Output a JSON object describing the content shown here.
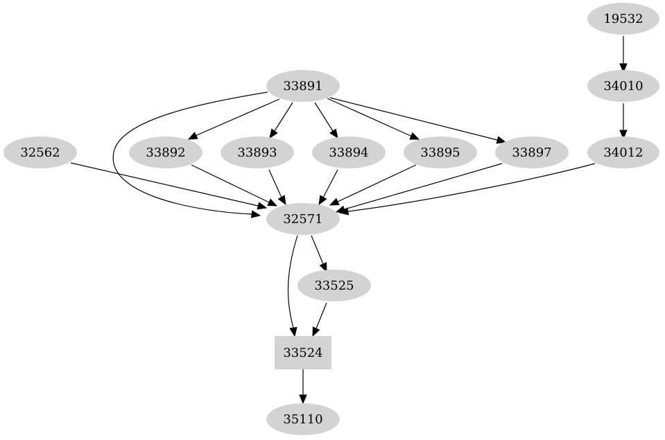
{
  "diagram": {
    "nodes": [
      {
        "id": "19532",
        "label": "19532",
        "shape": "ellipse"
      },
      {
        "id": "34010",
        "label": "34010",
        "shape": "ellipse"
      },
      {
        "id": "33891",
        "label": "33891",
        "shape": "ellipse"
      },
      {
        "id": "32562",
        "label": "32562",
        "shape": "ellipse"
      },
      {
        "id": "33892",
        "label": "33892",
        "shape": "ellipse"
      },
      {
        "id": "33893",
        "label": "33893",
        "shape": "ellipse"
      },
      {
        "id": "33894",
        "label": "33894",
        "shape": "ellipse"
      },
      {
        "id": "33895",
        "label": "33895",
        "shape": "ellipse"
      },
      {
        "id": "33897",
        "label": "33897",
        "shape": "ellipse"
      },
      {
        "id": "34012",
        "label": "34012",
        "shape": "ellipse"
      },
      {
        "id": "32571",
        "label": "32571",
        "shape": "ellipse"
      },
      {
        "id": "33525",
        "label": "33525",
        "shape": "ellipse"
      },
      {
        "id": "33524",
        "label": "33524",
        "shape": "box"
      },
      {
        "id": "35110",
        "label": "35110",
        "shape": "ellipse"
      }
    ],
    "edges": [
      {
        "from": "19532",
        "to": "34010"
      },
      {
        "from": "34010",
        "to": "34012"
      },
      {
        "from": "33891",
        "to": "33892"
      },
      {
        "from": "33891",
        "to": "33893"
      },
      {
        "from": "33891",
        "to": "33894"
      },
      {
        "from": "33891",
        "to": "33895"
      },
      {
        "from": "33891",
        "to": "33897"
      },
      {
        "from": "33891",
        "to": "32571"
      },
      {
        "from": "32562",
        "to": "32571"
      },
      {
        "from": "33892",
        "to": "32571"
      },
      {
        "from": "33893",
        "to": "32571"
      },
      {
        "from": "33894",
        "to": "32571"
      },
      {
        "from": "33895",
        "to": "32571"
      },
      {
        "from": "33897",
        "to": "32571"
      },
      {
        "from": "34012",
        "to": "32571"
      },
      {
        "from": "32571",
        "to": "33525"
      },
      {
        "from": "32571",
        "to": "33524"
      },
      {
        "from": "33525",
        "to": "33524"
      },
      {
        "from": "33524",
        "to": "35110"
      }
    ],
    "colors": {
      "node_fill": "#d3d3d3",
      "edge": "#000000",
      "text": "#000000",
      "background": "#ffffff"
    }
  }
}
